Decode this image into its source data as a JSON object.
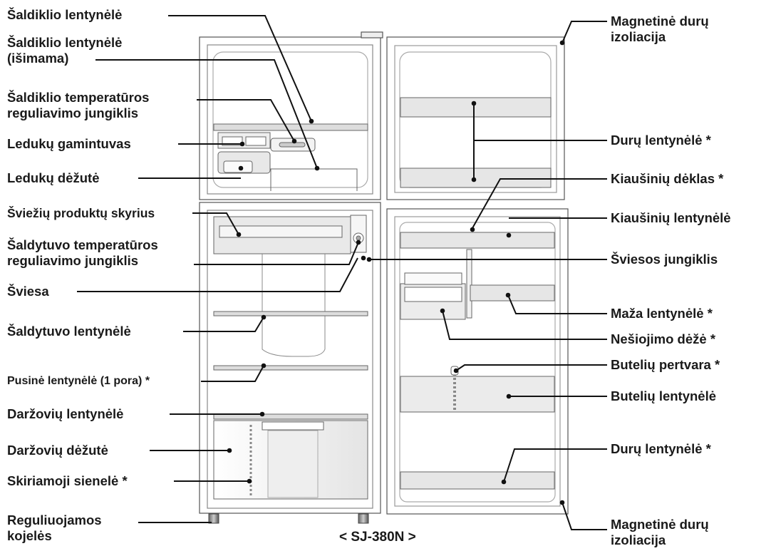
{
  "model": "< SJ-380N >",
  "labels": {
    "freezer_shelf": "Šaldiklio lentynėlė",
    "freezer_shelf_removable": "Šaldiklio lentynėlė\n(išimama)",
    "freezer_temp_switch": "Šaldiklio temperatūros\nreguliavimo jungiklis",
    "ice_maker": "Ledukų gamintuvas",
    "ice_box": "Ledukų dėžutė",
    "fresh_compartment": "Šviežių produktų skyrius",
    "fridge_temp_switch": "Šaldytuvo temperatūros\nreguliavimo jungiklis",
    "light": "Šviesa",
    "fridge_shelf": "Šaldytuvo lentynėlė",
    "half_shelf": "Pusinė lentynėlė (1 pora) *",
    "veg_shelf": "Daržovių lentynėlė",
    "veg_box": "Daržovių dėžutė",
    "divider": "Skiriamoji sienelė *",
    "adjustable_feet": "Reguliuojamos\nkojelės",
    "gasket_top": "Magnetinė durų\nizoliacija",
    "door_shelf_top": "Durų lentynėlė *",
    "egg_tray": "Kiaušinių dėklas *",
    "egg_shelf": "Kiaušinių lentynėlė",
    "light_switch": "Šviesos jungiklis",
    "small_shelf": "Maža lentynėlė *",
    "carry_box": "Nešiojimo dėžė *",
    "bottle_divider": "Butelių pertvara *",
    "bottle_shelf": "Butelių lentynėlė",
    "door_shelf_bottom": "Durų lentynėlė *",
    "gasket_bottom": "Magnetinė durų\nizoliacija"
  }
}
